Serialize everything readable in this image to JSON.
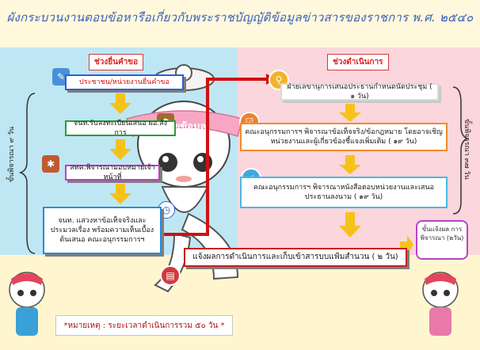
{
  "title": "ผังกระบวนงานตอบข้อหารือเกี่ยวกับพระราชบัญญัติข้อมูลข่าวสารของราชการ พ.ศ. ๒๕๔๐",
  "phases": {
    "left": "ช่วงยื่นคำขอ",
    "right": "ช่วงดำเนินการ"
  },
  "left_steps": [
    "ประชาชน/หน่วยงานยื่นคำขอ",
    "จนท.รับลงทะเบียนเสนอ ผอ.สั่งการ",
    "สทค.พิจารณามอบหมายเจ้าหน้าที่",
    "จนท. แสวงหาข้อเท็จจริงและประมวลเรื่อง พร้อมความเห็นเบื้องต้นเสนอ คณะอนุกรรมการฯ"
  ],
  "right_steps": [
    "ฝ่ายเลขานุการเสนอประธานกำหนดนัดประชุม ( ๑ วัน)",
    "คณะอนุกรรมการฯ พิจารณาข้อเท็จจริง/ข้อกฎหมาย โดยอาจเชิญ หน่วยงานและผู้เกี่ยวข้องชี้แจงเพิ่มเติม ( ๑๙ วัน)",
    "คณะอนุกรรมการฯ พิจารณาหนังสือตอบหน่วยงานและเสนอ ประธานลงนาม ( ๑๙ วัน)",
    "แจ้งผลการดำเนินการและเก็บเข้าสารบบแฟ้มสำนวน ( ๒ วัน)"
  ],
  "notify": "ขั้นแจ้งผล การพิจารณา (๒วัน)",
  "left_duration": "ขั้นพิจารณา ๙ วัน",
  "right_duration": "ขั้นพิจารณา ๓๗ วัน",
  "note": "*หมายเหตุ : ระยะเวลาดำเนินการรวม ๕๐ วัน *",
  "mascot_sash": "นายข้อมูล",
  "colors": {
    "accent_red": "#d01010",
    "arrow_yellow": "#f6c21a",
    "left_bg": "#bfe7f3",
    "right_bg": "#fbd6dc",
    "bottom_bg": "#fff6cf"
  }
}
